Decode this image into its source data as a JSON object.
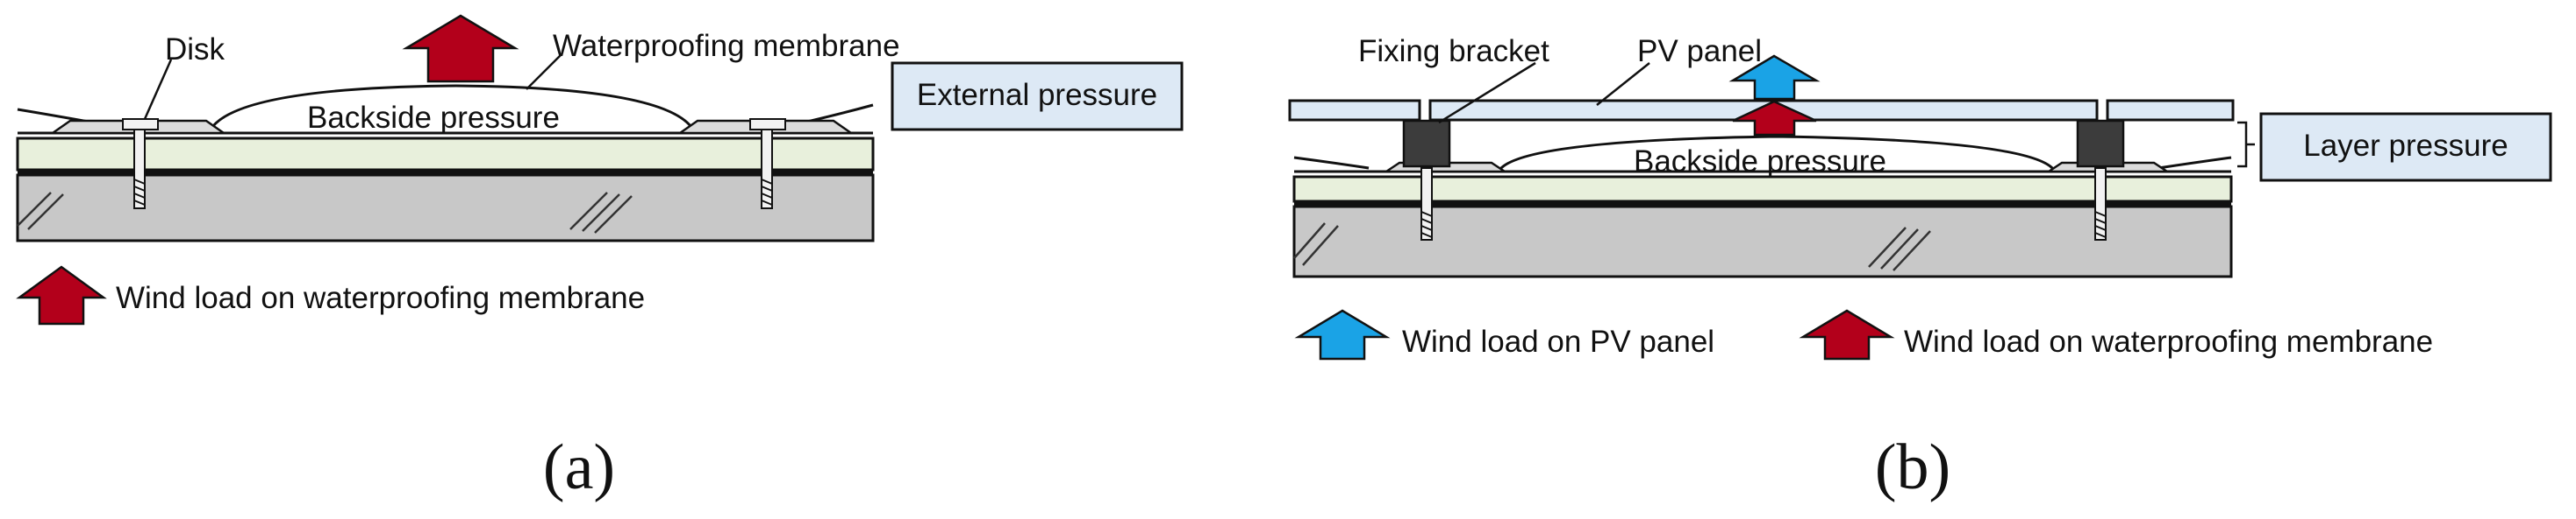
{
  "colors": {
    "red_arrow": "#b3001b",
    "blue_arrow": "#1aa3e6",
    "slab": "#c8c8c8",
    "insulation": "#e8f0dc",
    "callout_box": "#dde9f5",
    "panel": "#dde9f5",
    "bracket": "#3c3c3c"
  },
  "diagram_a": {
    "disk_label": "Disk",
    "membrane_label": "Waterproofing membrane",
    "backside_label": "Backside pressure",
    "external_box": "External pressure",
    "legend_membrane": "Wind load on waterproofing membrane",
    "caption": "(a)"
  },
  "diagram_b": {
    "bracket_label": "Fixing bracket",
    "panel_label": "PV panel",
    "backside_label": "Backside pressure",
    "layer_box": "Layer pressure",
    "legend_pv": "Wind load on PV panel",
    "legend_membrane": "Wind load on waterproofing membrane",
    "caption": "(b)"
  }
}
